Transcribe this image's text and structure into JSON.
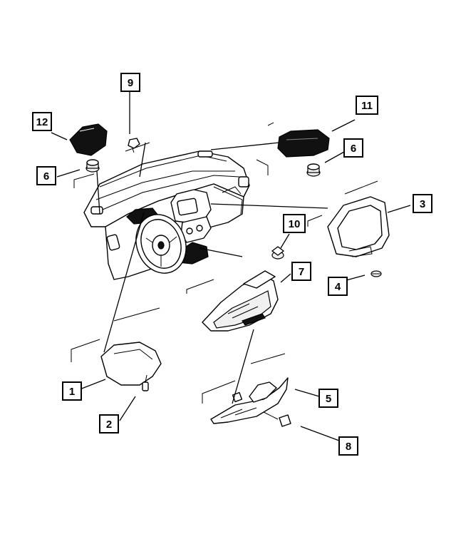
{
  "callouts": {
    "c1": "1",
    "c2": "2",
    "c3": "3",
    "c4": "4",
    "c5": "5",
    "c6a": "6",
    "c6b": "6",
    "c7": "7",
    "c8": "8",
    "c9": "9",
    "c10": "10",
    "c11": "11",
    "c12": "12"
  },
  "colors": {
    "line": "#000000",
    "background": "#ffffff",
    "dark_fill": "#111111"
  }
}
